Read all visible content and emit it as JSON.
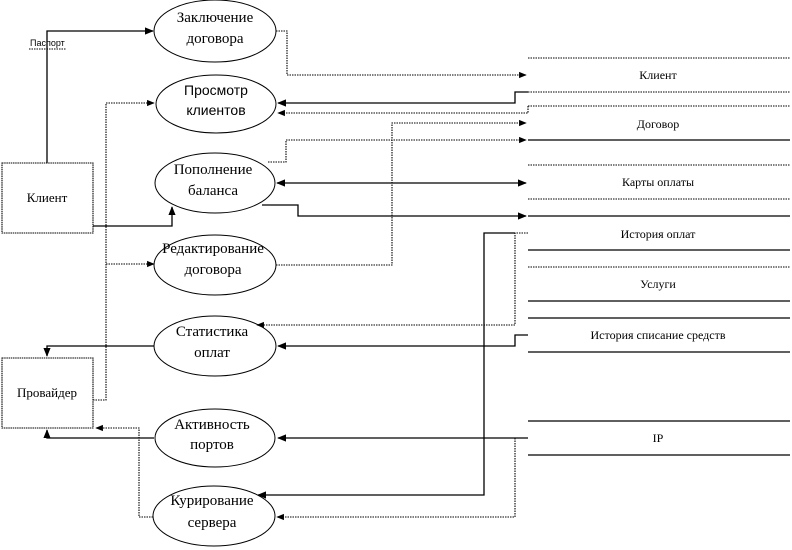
{
  "diagram": {
    "type": "data-flow-diagram",
    "entities": [
      {
        "id": "client",
        "label": "Клиент"
      },
      {
        "id": "provider",
        "label": "Провайдер"
      }
    ],
    "processes": [
      {
        "id": "p1",
        "lines": [
          "Заключение",
          "договора"
        ]
      },
      {
        "id": "p2",
        "lines": [
          "Просмотр",
          "клиентов"
        ]
      },
      {
        "id": "p3",
        "lines": [
          "Пополнение",
          "баланса"
        ]
      },
      {
        "id": "p4",
        "lines": [
          "Редактирование",
          "договора"
        ]
      },
      {
        "id": "p5",
        "lines": [
          "Статистика",
          "оплат"
        ]
      },
      {
        "id": "p6",
        "lines": [
          "Активность",
          "портов"
        ]
      },
      {
        "id": "p7",
        "lines": [
          "Курирование",
          "сервера"
        ]
      }
    ],
    "stores": [
      {
        "id": "s1",
        "label": "Клиент"
      },
      {
        "id": "s2",
        "label": "Договор"
      },
      {
        "id": "s3",
        "label": "Карты оплаты"
      },
      {
        "id": "s4",
        "label": "История оплат"
      },
      {
        "id": "s5",
        "label": "Услуги"
      },
      {
        "id": "s6",
        "label": "История списание средств"
      },
      {
        "id": "s7",
        "label": "IP"
      }
    ],
    "flow_labels": {
      "passport": "Паспорт"
    },
    "flows": [
      {
        "from": "client",
        "to": "p1",
        "label": "Паспорт"
      },
      {
        "from": "p1",
        "to": "s1"
      },
      {
        "from": "s1",
        "to": "p2"
      },
      {
        "from": "s2",
        "to": "p2"
      },
      {
        "from": "provider",
        "to": "p2"
      },
      {
        "from": "client",
        "to": "p3"
      },
      {
        "from": "p3",
        "to": "s2"
      },
      {
        "from": "p3",
        "to": "s3"
      },
      {
        "from": "s3",
        "to": "p3"
      },
      {
        "from": "p3",
        "to": "s4"
      },
      {
        "from": "provider",
        "to": "p4"
      },
      {
        "from": "p4",
        "to": "s2"
      },
      {
        "from": "s4",
        "to": "p5"
      },
      {
        "from": "s6",
        "to": "p5"
      },
      {
        "from": "p5",
        "to": "provider"
      },
      {
        "from": "s7",
        "to": "p6"
      },
      {
        "from": "p6",
        "to": "provider"
      },
      {
        "from": "s4",
        "to": "p7"
      },
      {
        "from": "s7",
        "to": "p7"
      },
      {
        "from": "p7",
        "to": "provider"
      }
    ]
  }
}
